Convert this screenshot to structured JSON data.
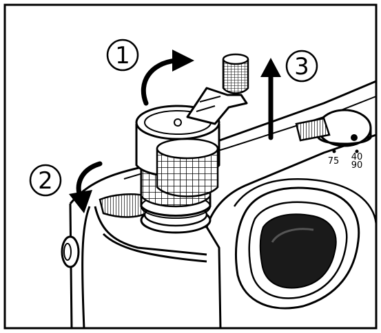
{
  "steps": [
    {
      "number": "1",
      "action": "curved-arrow-rotate-back"
    },
    {
      "number": "2",
      "action": "curved-arrow-rotate-down"
    },
    {
      "number": "3",
      "action": "straight-arrow-up"
    }
  ],
  "frame_line_selector": {
    "labels": [
      "75",
      "40",
      "90"
    ]
  },
  "colors": {
    "ink": "#000000",
    "paper": "#ffffff",
    "lens_dark": "#1a1a1a"
  }
}
